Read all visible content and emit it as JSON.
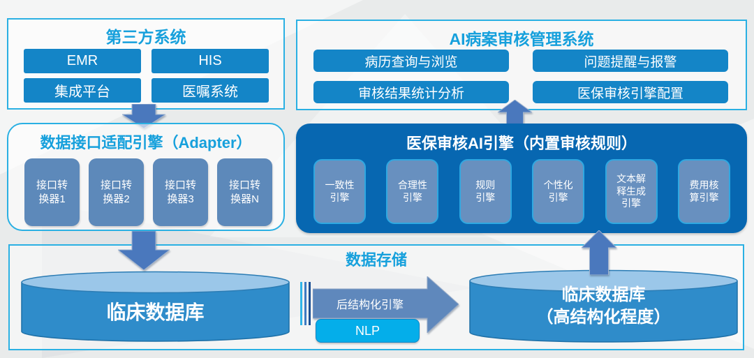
{
  "colors": {
    "accent_cyan_border": "#2ab0e3",
    "title_blue": "#16a0dc",
    "item_blue": "#1485c7",
    "steel_blue": "#5d89ba",
    "engine_panel_blue": "#0767b1",
    "arrow_blue": "#4a78bd",
    "cylinder_body_blue": "#2f8cca",
    "cylinder_top_blue": "#9bc7e9",
    "nlp_cyan": "#04aeea"
  },
  "third_party": {
    "title": "第三方系统",
    "items": [
      "EMR",
      "HIS",
      "集成平台",
      "医嘱系统"
    ]
  },
  "adapter": {
    "title": "数据接口适配引擎（Adapter）",
    "converters": [
      "接口转\n换器1",
      "接口转\n换器2",
      "接口转\n换器3",
      "接口转\n换器N"
    ]
  },
  "management": {
    "title": "AI病案审核管理系统",
    "buttons": [
      "病历查询与浏览",
      "问题提醒与报警",
      "审核结果统计分析",
      "医保审核引擎配置"
    ]
  },
  "engine": {
    "title": "医保审核AI引擎（内置审核规则）",
    "modules": [
      "一致性\n引擎",
      "合理性\n引擎",
      "规则\n引擎",
      "个性化\n引擎",
      "文本解\n释生成\n引擎",
      "费用核\n算引擎"
    ]
  },
  "storage": {
    "title": "数据存储",
    "left_db": "临床数据库",
    "right_db": "临床数据库\n（高结构化程度）",
    "pipeline_label": "后结构化引擎",
    "nlp_label": "NLP"
  }
}
